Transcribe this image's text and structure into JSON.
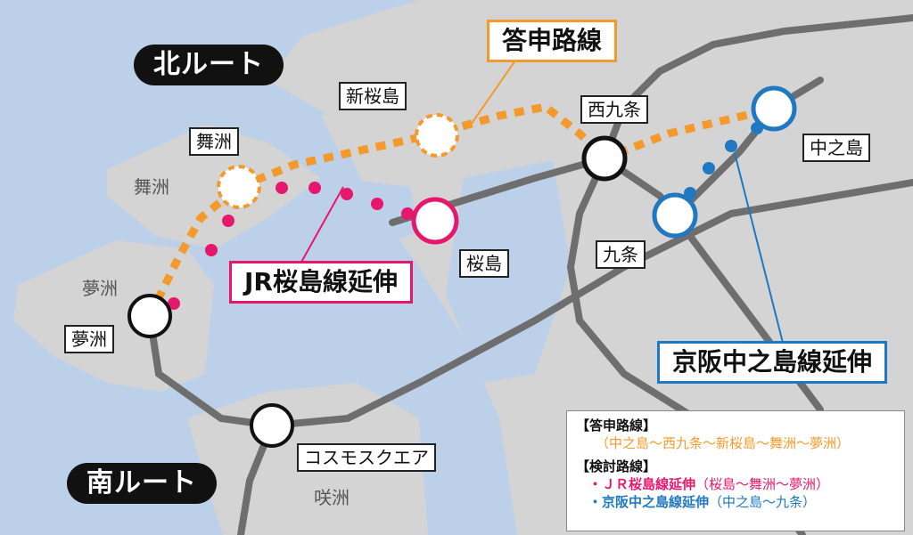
{
  "route_labels": {
    "north": "北ルート",
    "south": "南ルート"
  },
  "callouts": {
    "toshin": "答申路線",
    "jr": "JR桜島線延伸",
    "keihan": "京阪中之島線延伸"
  },
  "stations": {
    "shin_sakurajima": "新桜島",
    "maishima": "舞洲",
    "yumeshima": "夢洲",
    "nishikujo": "西九条",
    "nakanoshima": "中之島",
    "sakurajima": "桜島",
    "kujo": "九条",
    "cosmo_square": "コスモスクエア"
  },
  "areas": {
    "maishima": "舞洲",
    "yumeshima": "夢洲",
    "sakishima": "咲洲"
  },
  "legend": {
    "toshin_title": "【答申路線】",
    "toshin_desc": "（中之島～西九条～新桜島～舞洲～夢洲）",
    "kento_title": "【検討路線】",
    "jr_name": "・ＪＲ桜島線延伸",
    "jr_desc": "（桜島～舞洲～夢洲）",
    "keihan_name": "・京阪中之島線延伸",
    "keihan_desc": "（中之島～九条）"
  },
  "colors": {
    "sea": "#bdd0ea",
    "land": "#d4d4d4",
    "rail": "#6e6e6e",
    "toshin": "#f49a2c",
    "jr": "#e6186e",
    "keihan": "#1f78c1"
  }
}
